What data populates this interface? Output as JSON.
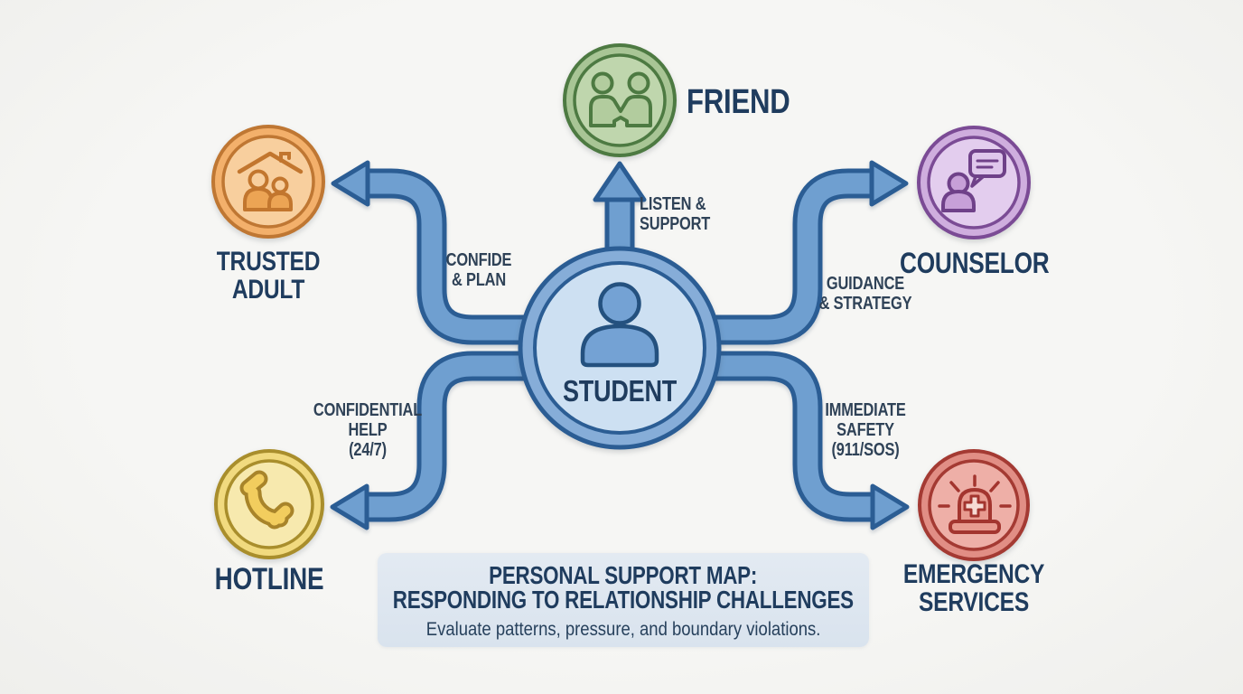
{
  "background_color": "#f4f4f2",
  "text_color": "#1f3c5e",
  "arrow_color": "#6f9fd0",
  "arrow_outline_color": "#2b5d94",
  "center": {
    "label": "STUDENT",
    "icon": "person-icon",
    "ring_color": "#86add8",
    "inner_color": "#cde0f2"
  },
  "nodes": {
    "friend": {
      "label": "FRIEND",
      "icon": "handshake-people-icon",
      "ring_color": "#a8c595",
      "inner_color": "#bfd6ad",
      "outline_color": "#4d7a42"
    },
    "trusted_adult": {
      "lines": [
        "TRUSTED",
        "ADULT"
      ],
      "icon": "house-family-icon",
      "ring_color": "#f3b06b",
      "inner_color": "#f8cf9e",
      "outline_color": "#bf7733"
    },
    "counselor": {
      "label": "COUNSELOR",
      "icon": "person-chat-icon",
      "ring_color": "#cfaede",
      "inner_color": "#e3cdee",
      "outline_color": "#7b4b95"
    },
    "hotline": {
      "label": "HOTLINE",
      "icon": "phone-icon",
      "ring_color": "#f1da7f",
      "inner_color": "#f7e9ae",
      "outline_color": "#a98e2c"
    },
    "emergency": {
      "lines": [
        "EMERGENCY",
        "SERVICES"
      ],
      "icon": "siren-icon",
      "ring_color": "#e18e85",
      "inner_color": "#eeafa7",
      "outline_color": "#a43a33"
    }
  },
  "edges": {
    "friend": {
      "lines": [
        "LISTEN &",
        "SUPPORT"
      ]
    },
    "trusted_adult": {
      "lines": [
        "CONFIDE",
        "& PLAN"
      ]
    },
    "counselor": {
      "lines": [
        "GUIDANCE",
        "& STRATEGY"
      ]
    },
    "hotline": {
      "lines": [
        "CONFIDENTIAL",
        "HELP",
        "(24/7)"
      ]
    },
    "emergency": {
      "lines": [
        "IMMEDIATE",
        "SAFETY",
        "(911/SOS)"
      ]
    }
  },
  "title_box": {
    "line1": "PERSONAL SUPPORT MAP:",
    "line2": "RESPONDING TO RELATIONSHIP CHALLENGES",
    "subtitle": "Evaluate patterns, pressure, and boundary violations."
  }
}
